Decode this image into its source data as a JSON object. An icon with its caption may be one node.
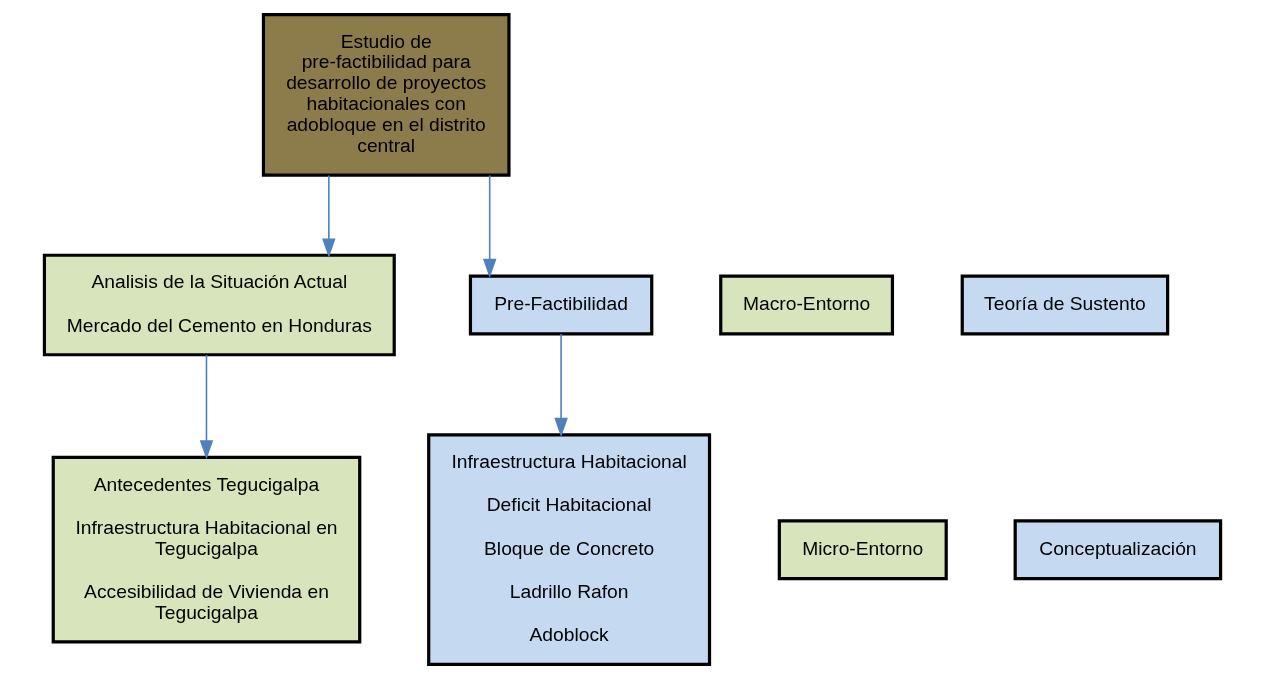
{
  "diagram": {
    "nodes": [
      {
        "text": [
          "Estudio de pre-factibilidad para desarrollo de proyectos habitacionales con adobloque en el distrito central"
        ]
      },
      {
        "text": [
          "Analisis de la Situación Actual",
          "Mercado del Cemento en Honduras"
        ]
      },
      {
        "text": [
          "Macro-Entorno"
        ]
      },
      {
        "text": [
          "Antecedentes Tegucigalpa",
          "Infraestructura Habitacional en Tegucigalpa",
          "Accesibilidad de Vivienda en Tegucigalpa"
        ]
      },
      {
        "text": [
          "Micro-Entorno"
        ]
      },
      {
        "text": [
          "Pre-Factibilidad"
        ]
      },
      {
        "text": [
          "Teoría de Sustento"
        ]
      },
      {
        "text": [
          "Infraestructura Habitacional",
          "Deficit Habitacional",
          "Bloque de Concreto",
          "Ladrillo Rafon",
          "Adoblock"
        ]
      },
      {
        "text": [
          "Conceptualización"
        ]
      }
    ],
    "edges": [
      {
        "from": 0,
        "to": 1,
        "arrow": "to"
      },
      {
        "from": 0,
        "to": 5,
        "arrow": "to"
      },
      {
        "from": 1,
        "to": 3,
        "arrow": "to"
      },
      {
        "from": 5,
        "to": 7,
        "arrow": "to"
      }
    ]
  }
}
